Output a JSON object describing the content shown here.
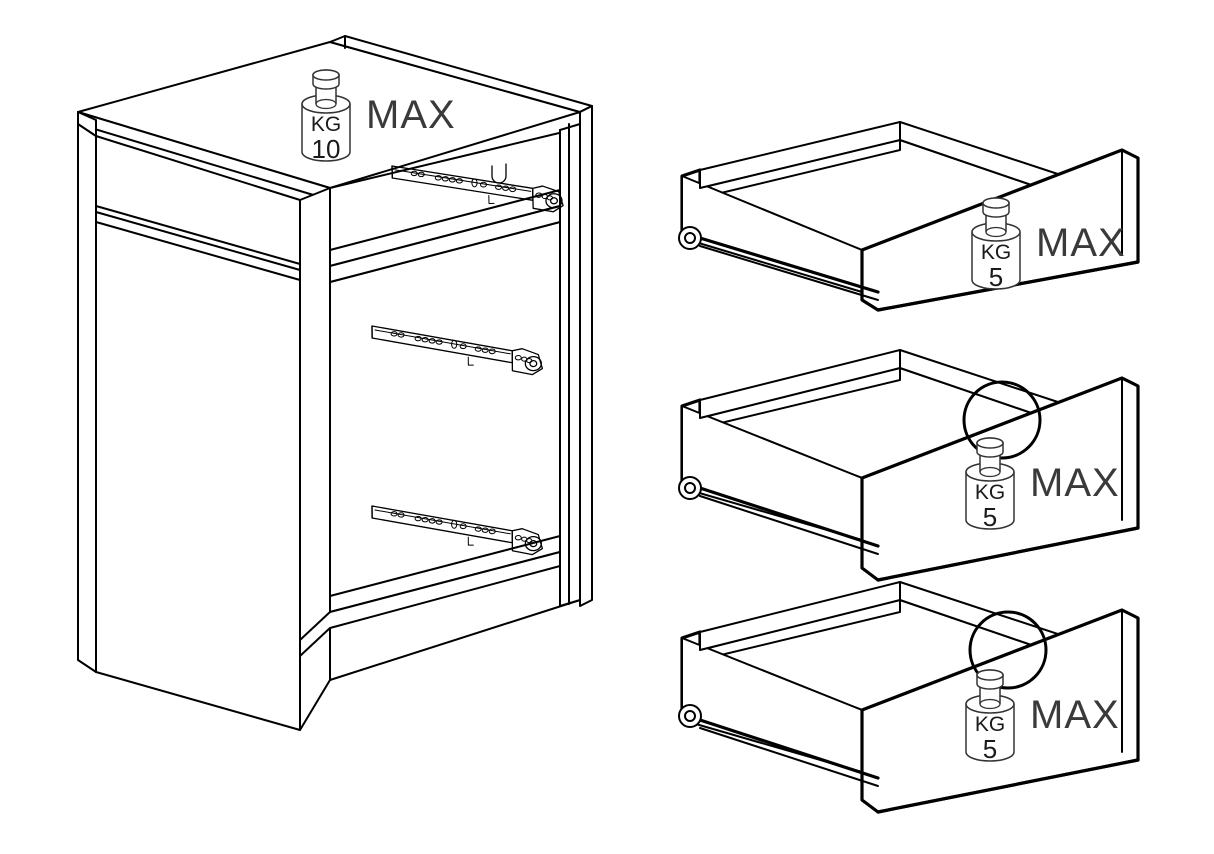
{
  "document": {
    "type": "furniture-assembly-instruction",
    "style": "technical-line-drawing",
    "background_color": "#ffffff",
    "line_color": "#000000"
  },
  "cabinet": {
    "name": "cabinet-carcass",
    "description": "Open cabinet carcass shown in isometric view with left side panel, top panel, rear panel and three drawer slide rails mounted on the right inner side panel",
    "load_label": {
      "unit": "KG",
      "value": "10",
      "max_text": "MAX"
    },
    "slides": [
      {
        "id": "slide-top",
        "label": "drawer-slide-rail-top"
      },
      {
        "id": "slide-middle",
        "label": "drawer-slide-rail-middle"
      },
      {
        "id": "slide-bottom",
        "label": "drawer-slide-rail-bottom"
      }
    ]
  },
  "drawers": [
    {
      "id": "drawer-1",
      "name": "drawer-box-top",
      "depth": "shallow",
      "has_ring_detail": false,
      "load_label": {
        "unit": "KG",
        "value": "5",
        "max_text": "MAX"
      }
    },
    {
      "id": "drawer-2",
      "name": "drawer-box-middle",
      "depth": "deep",
      "has_ring_detail": true,
      "load_label": {
        "unit": "KG",
        "value": "5",
        "max_text": "MAX"
      }
    },
    {
      "id": "drawer-3",
      "name": "drawer-box-bottom",
      "depth": "deep",
      "has_ring_detail": true,
      "load_label": {
        "unit": "KG",
        "value": "5",
        "max_text": "MAX"
      }
    }
  ]
}
